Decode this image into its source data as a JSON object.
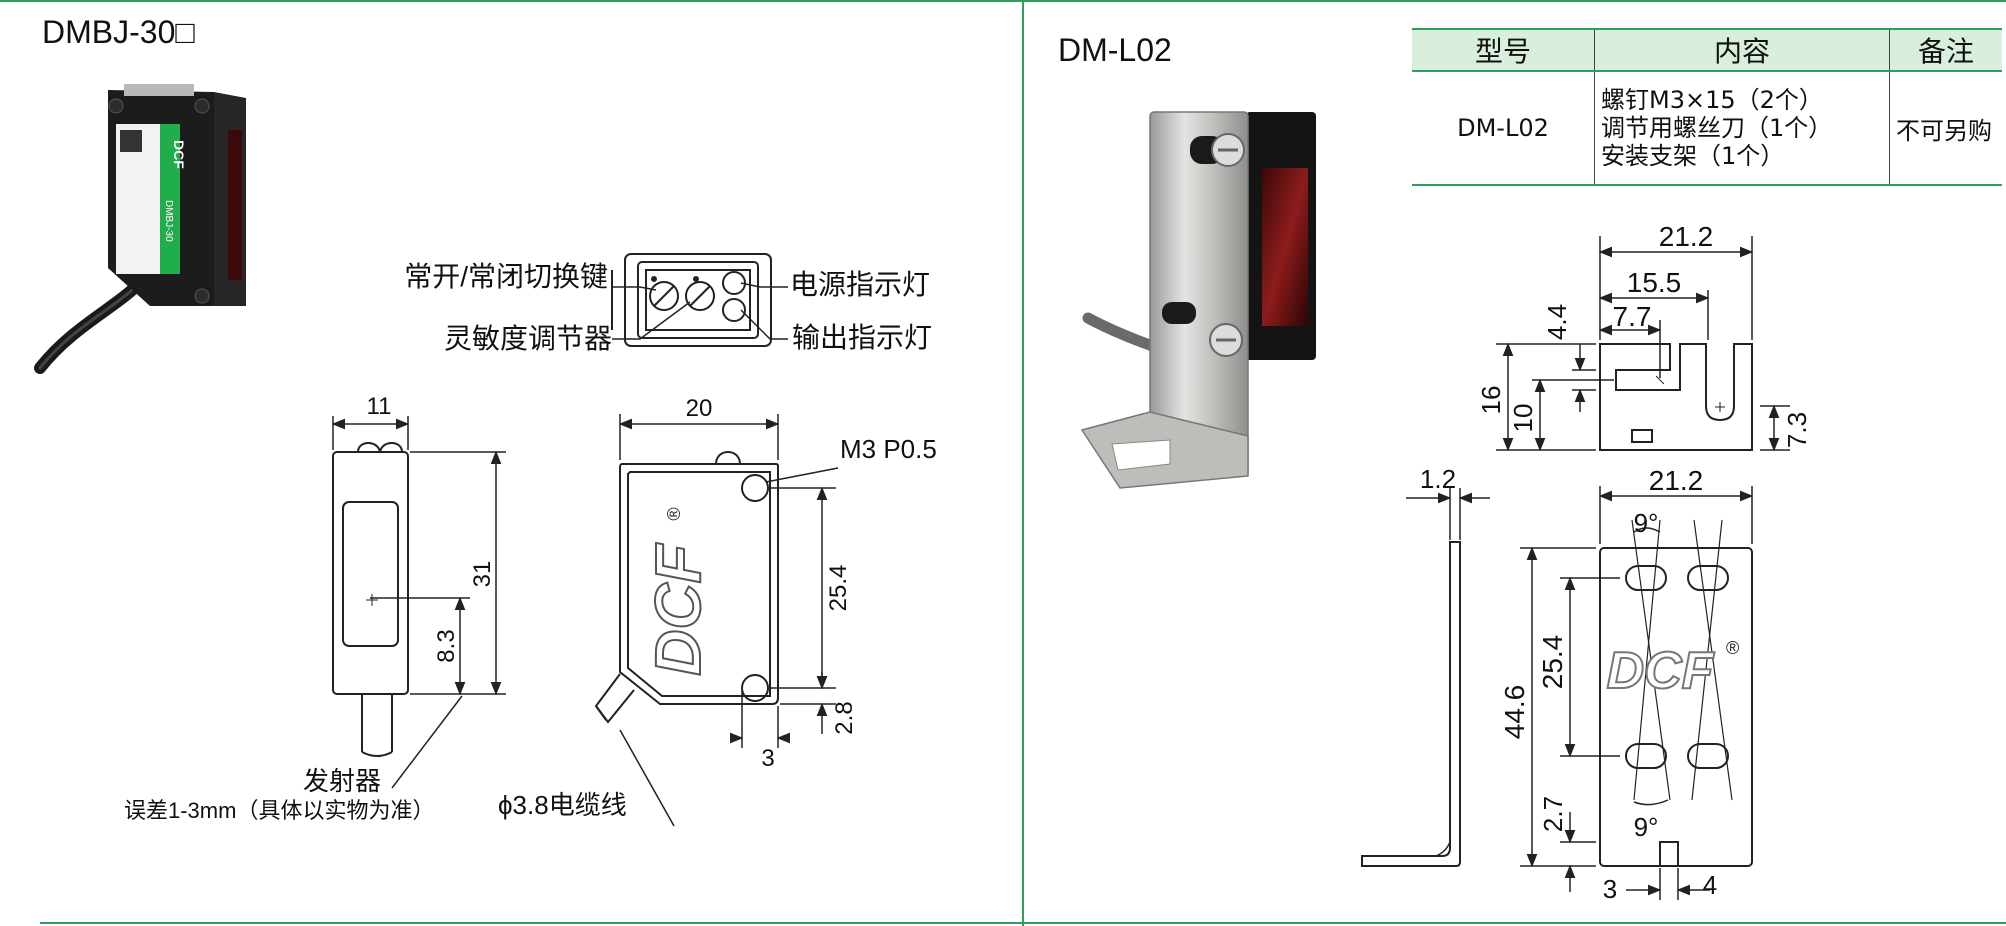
{
  "left_panel": {
    "title": "DMBJ-30□",
    "product_label": {
      "brand": "DCF",
      "model": "DMBJ-30"
    },
    "top_view_callouts": {
      "switch": "常开/常闭切换键",
      "sensitivity": "灵敏度调节器",
      "power_led": "电源指示灯",
      "output_led": "输出指示灯"
    },
    "side_view": {
      "dim_width": "11",
      "dim_height": "31",
      "dim_emitter": "8.3",
      "emitter_label": "发射器",
      "tolerance_note": "误差1-3mm（具体以实物为准）"
    },
    "front_view": {
      "dim_width": "20",
      "thread": "M3 P0.5",
      "dim_hole_spacing": "25.4",
      "dim_hole_bottom": "2.8",
      "dim_hole_side": "3",
      "cable_label": "ϕ3.8电缆线",
      "logo": "DCF",
      "registered": "®"
    }
  },
  "right_panel": {
    "title": "DM-L02",
    "table": {
      "headers": [
        "型号",
        "内容",
        "备注"
      ],
      "rows": [
        {
          "model": "DM-L02",
          "contents": [
            "螺钉M3×15（2个）",
            "调节用螺丝刀（1个）",
            "安装支架（1个）"
          ],
          "remark": "不可另购"
        }
      ]
    },
    "bracket_top_view": {
      "dim_width": "21.2",
      "dim_slot_depth": "15.5",
      "dim_slot_center": "7.7",
      "dim_slot_width": "4.4",
      "dim_height": "16",
      "dim_slot_height": "10",
      "dim_notch": "7.3"
    },
    "bracket_side_view": {
      "dim_thickness": "1.2"
    },
    "bracket_front_view": {
      "dim_width": "21.2",
      "dim_angle_top": "9°",
      "dim_angle_bottom": "9°",
      "dim_height": "44.6",
      "dim_hole_spacing": "25.4",
      "dim_bottom": "2.7",
      "dim_left": "3",
      "dim_right": "4",
      "logo": "DCF",
      "registered": "®"
    }
  },
  "colors": {
    "rule_green": "#2e9e5e",
    "header_green": "#d7efdc",
    "label_green": "#1fae4b",
    "sensor_body": "#1c1c1c",
    "lens_red": "#7a1515",
    "bracket_steel": "#c9c9c6"
  }
}
